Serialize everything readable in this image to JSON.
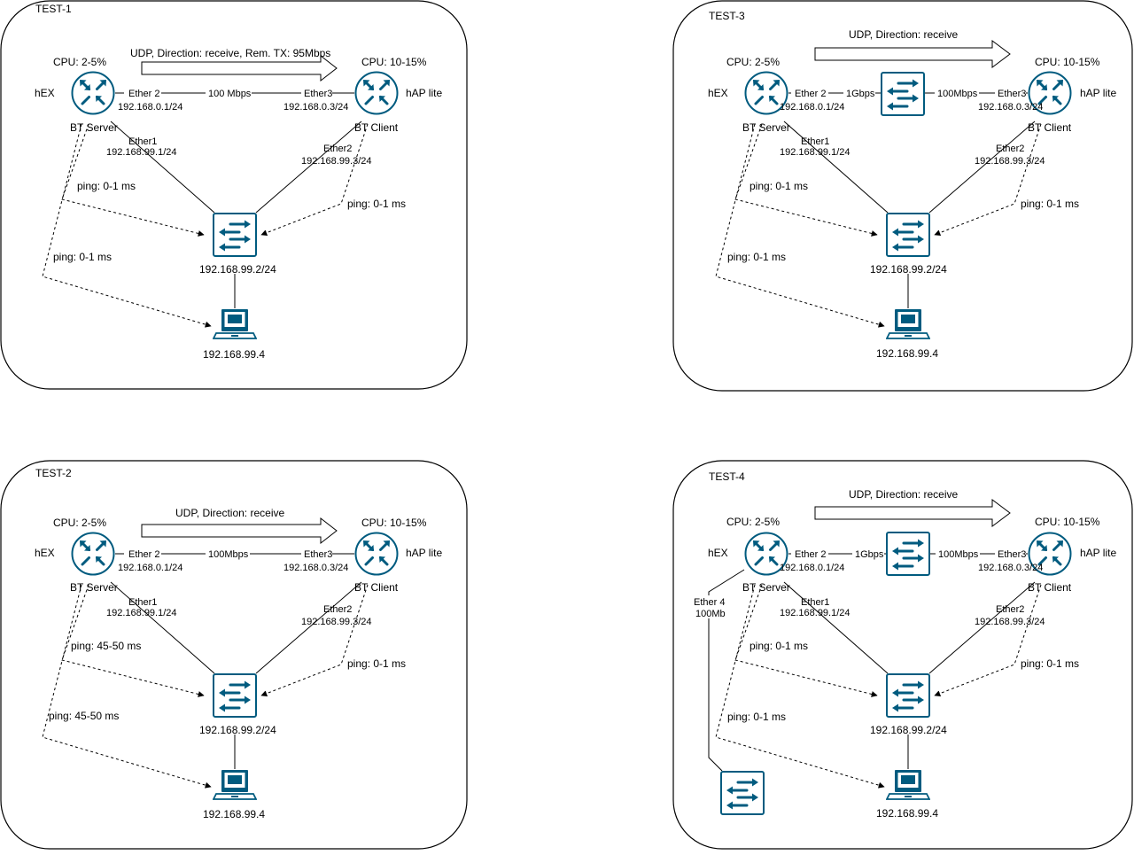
{
  "colors": {
    "device_blue": "#005b7f",
    "stroke": "#000000",
    "background": "#ffffff"
  },
  "icons": {
    "router": "router-icon",
    "switch": "switch-icon",
    "laptop": "laptop-icon"
  },
  "panels": {
    "test1": {
      "title": "TEST-1",
      "traffic": "UDP, Direction: receive, Rem. TX: 95Mbps",
      "left_cpu": "CPU: 2-5%",
      "left_name": "hEX",
      "left_role": "BT Server",
      "left_port": "Ether 2",
      "left_ip": "192.168.0.1/24",
      "link_speed": "100 Mbps",
      "right_port": "Ether3",
      "right_ip": "192.168.0.3/24",
      "right_cpu": "CPU: 10-15%",
      "right_name": "hAP lite",
      "right_role": "BT Client",
      "left_lan_port": "Ether1",
      "left_lan_ip": "192.168.99.1/24",
      "right_lan_port": "Ether2",
      "right_lan_ip": "192.168.99.3/24",
      "ping_left_switch": "ping: 0-1 ms",
      "ping_right_switch": "ping: 0-1 ms",
      "ping_laptop": "ping: 0-1 ms",
      "switch_ip": "192.168.99.2/24",
      "laptop_ip": "192.168.99.4"
    },
    "test2": {
      "title": "TEST-2",
      "traffic": "UDP, Direction: receive",
      "left_cpu": "CPU: 2-5%",
      "left_name": "hEX",
      "left_role": "BT Server",
      "left_port": "Ether 2",
      "left_ip": "192.168.0.1/24",
      "link_speed": "100Mbps",
      "right_port": "Ether3",
      "right_ip": "192.168.0.3/24",
      "right_cpu": "CPU: 10-15%",
      "right_name": "hAP lite",
      "right_role": "BT Client",
      "left_lan_port": "Ether1",
      "left_lan_ip": "192.168.99.1/24",
      "right_lan_port": "Ether2",
      "right_lan_ip": "192.168.99.3/24",
      "ping_left_switch": "ping: 45-50 ms",
      "ping_right_switch": "ping: 0-1 ms",
      "ping_laptop": "ping: 45-50 ms",
      "switch_ip": "192.168.99.2/24",
      "laptop_ip": "192.168.99.4"
    },
    "test3": {
      "title": "TEST-3",
      "traffic": "UDP, Direction: receive",
      "left_cpu": "CPU: 2-5%",
      "left_name": "hEX",
      "left_role": "BT Server",
      "left_port": "Ether 2",
      "left_ip": "192.168.0.1/24",
      "left_speed": "1Gbps",
      "right_speed": "100Mbps",
      "right_port": "Ether3",
      "right_ip": "192.168.0.3/24",
      "right_cpu": "CPU: 10-15%",
      "right_name": "hAP lite",
      "right_role": "BT Client",
      "left_lan_port": "Ether1",
      "left_lan_ip": "192.168.99.1/24",
      "right_lan_port": "Ether2",
      "right_lan_ip": "192.168.99.3/24",
      "ping_left_switch": "ping: 0-1 ms",
      "ping_right_switch": "ping: 0-1 ms",
      "ping_laptop": "ping: 0-1 ms",
      "switch_ip": "192.168.99.2/24",
      "laptop_ip": "192.168.99.4"
    },
    "test4": {
      "title": "TEST-4",
      "traffic": "UDP, Direction: receive",
      "left_cpu": "CPU: 2-5%",
      "left_name": "hEX",
      "left_role": "BT Server",
      "left_port": "Ether 2",
      "left_ip": "192.168.0.1/24",
      "left_speed": "1Gbps",
      "right_speed": "100Mbps",
      "right_port": "Ether3",
      "right_ip": "192.168.0.3/24",
      "right_cpu": "CPU: 10-15%",
      "right_name": "hAP lite",
      "right_role": "BT Client",
      "left_lan_port": "Ether1",
      "left_lan_ip": "192.168.99.1/24",
      "right_lan_port": "Ether2",
      "right_lan_ip": "192.168.99.3/24",
      "ether4_port": "Ether 4",
      "ether4_speed": "100Mb",
      "ping_left_switch": "ping: 0-1 ms",
      "ping_right_switch": "ping: 0-1 ms",
      "ping_laptop": "ping: 0-1 ms",
      "switch_ip": "192.168.99.2/24",
      "laptop_ip": "192.168.99.4"
    }
  }
}
